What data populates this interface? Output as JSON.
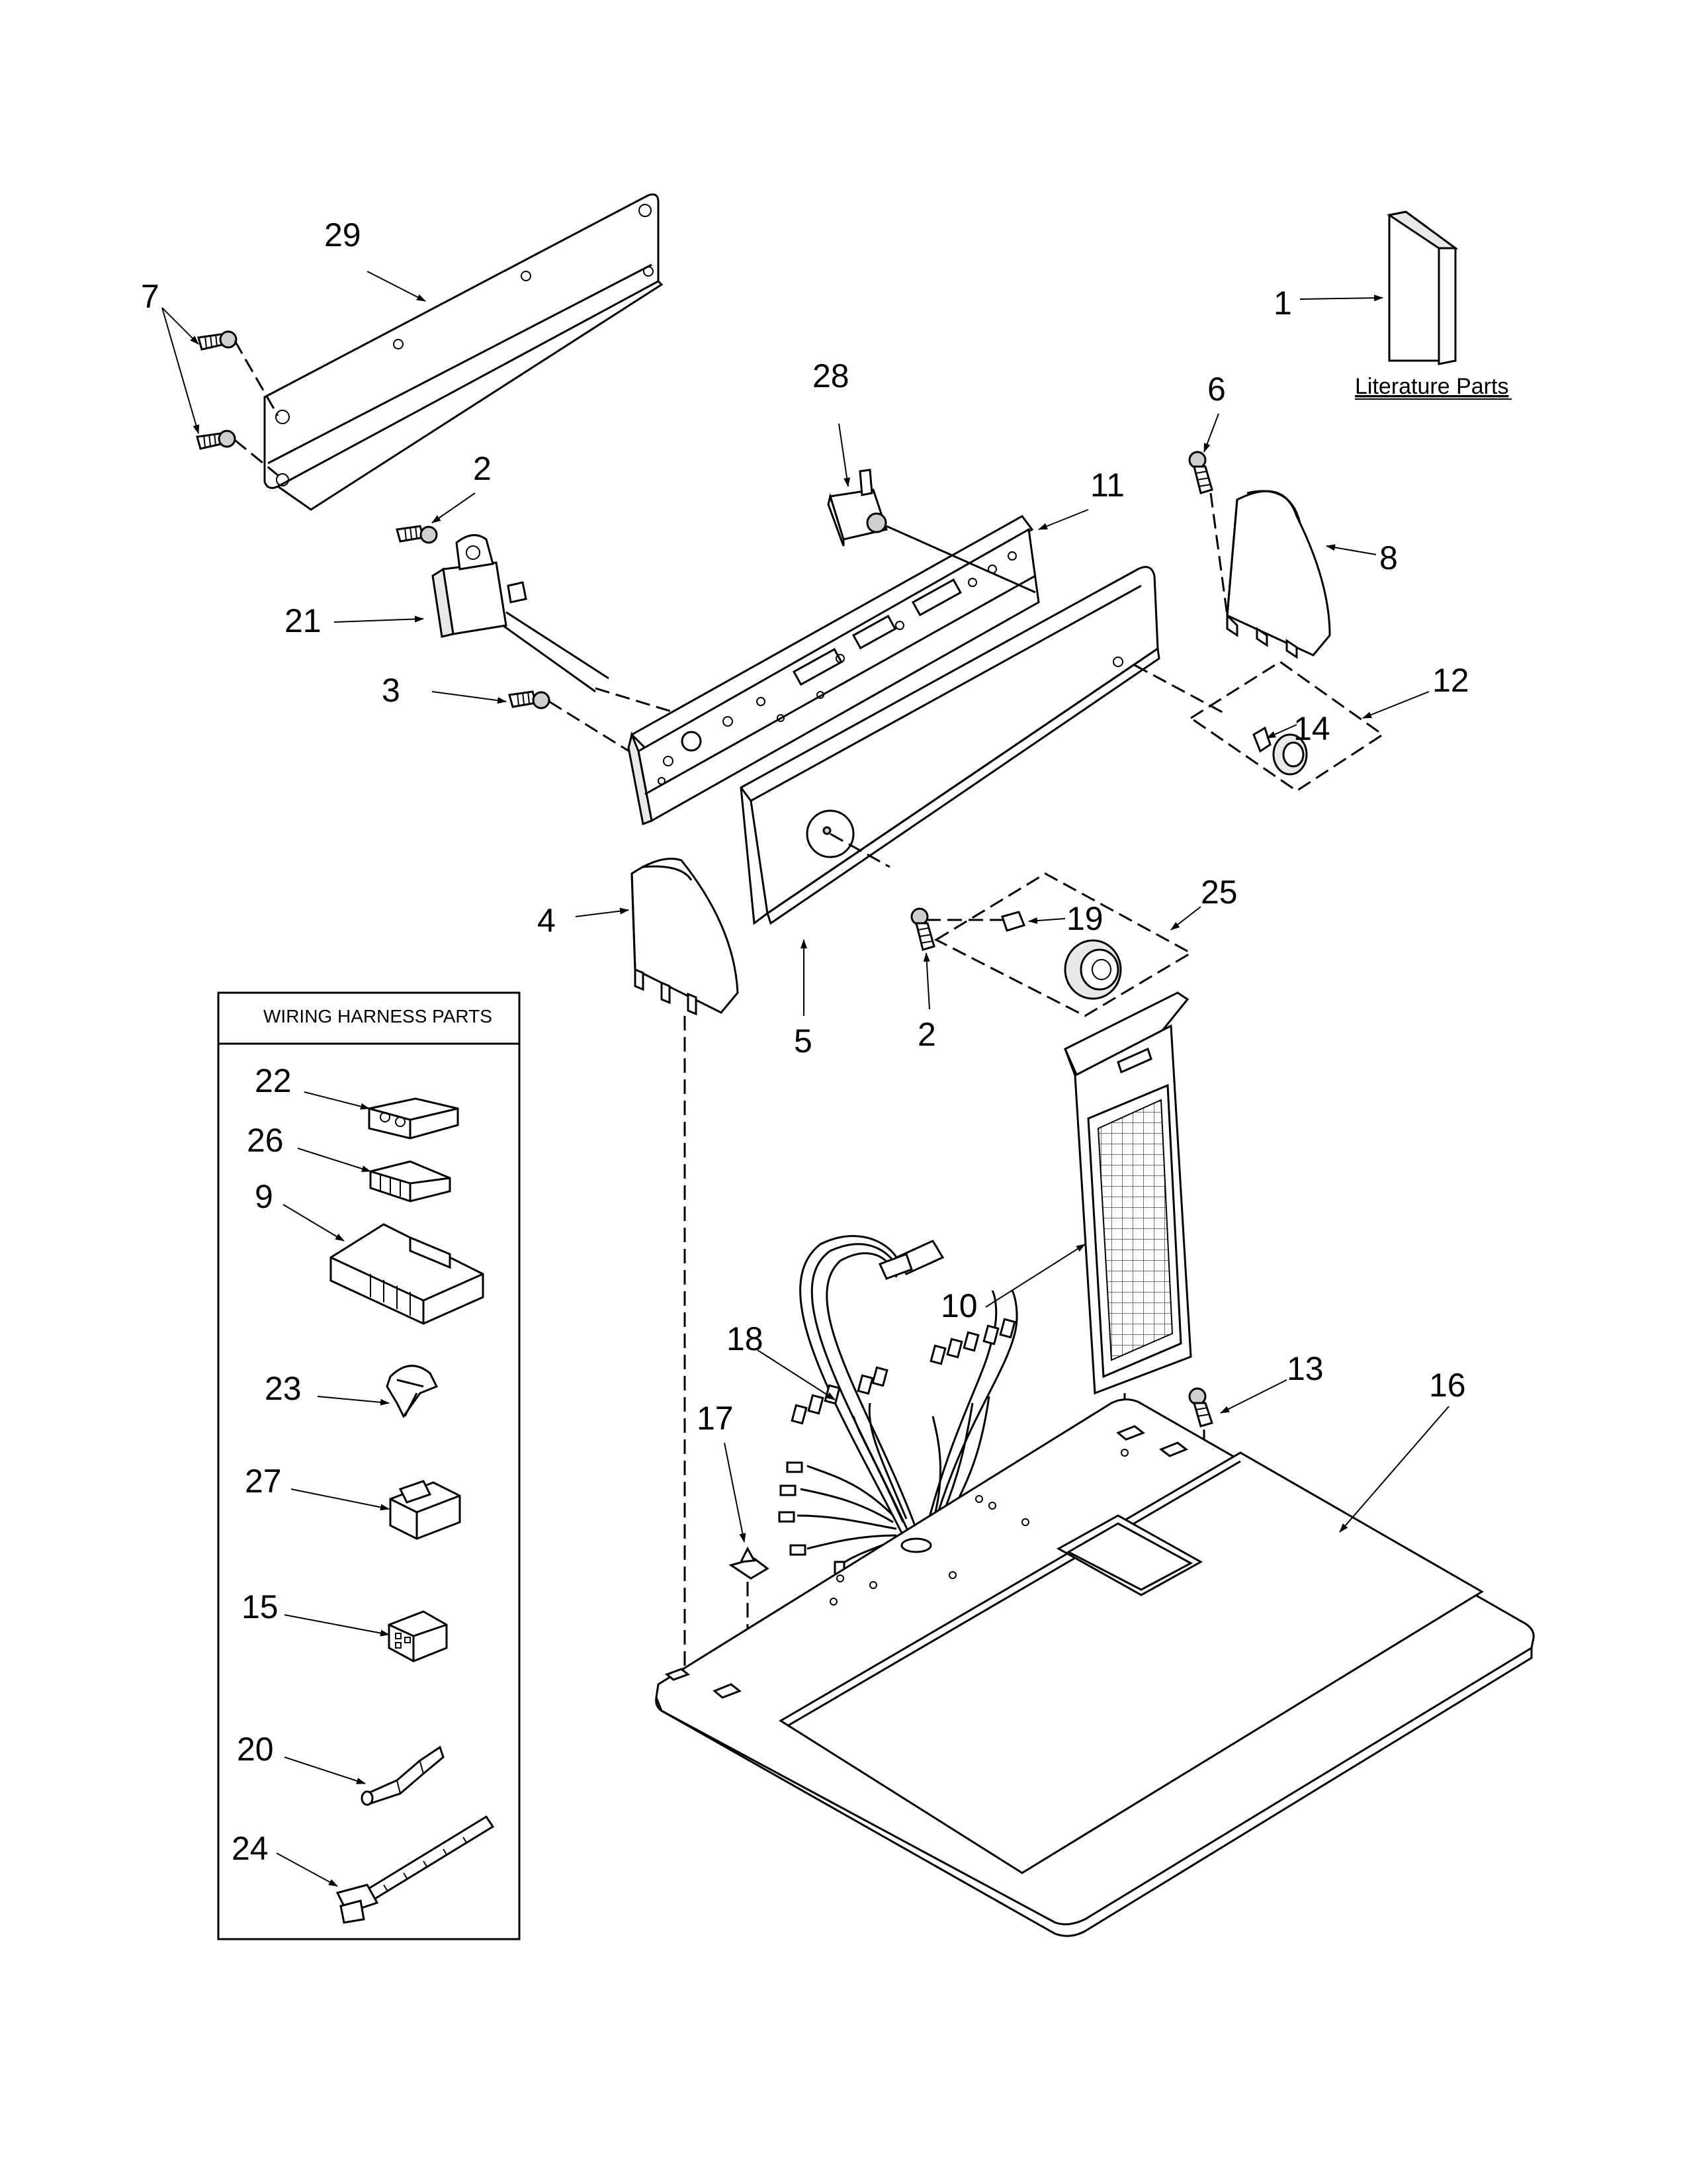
{
  "literature_label": "Literature Parts",
  "wiring_box_title": "WIRING HARNESS PARTS",
  "callouts": {
    "c1": "1",
    "c2a": "2",
    "c2b": "2",
    "c3": "3",
    "c4": "4",
    "c5": "5",
    "c6": "6",
    "c7": "7",
    "c8": "8",
    "c9": "9",
    "c10": "10",
    "c11": "11",
    "c12": "12",
    "c13": "13",
    "c14": "14",
    "c15": "15",
    "c16": "16",
    "c17": "17",
    "c18": "18",
    "c19": "19",
    "c20": "20",
    "c21": "21",
    "c22": "22",
    "c23": "23",
    "c24": "24",
    "c25": "25",
    "c26": "26",
    "c27": "27",
    "c28": "28",
    "c29": "29"
  }
}
